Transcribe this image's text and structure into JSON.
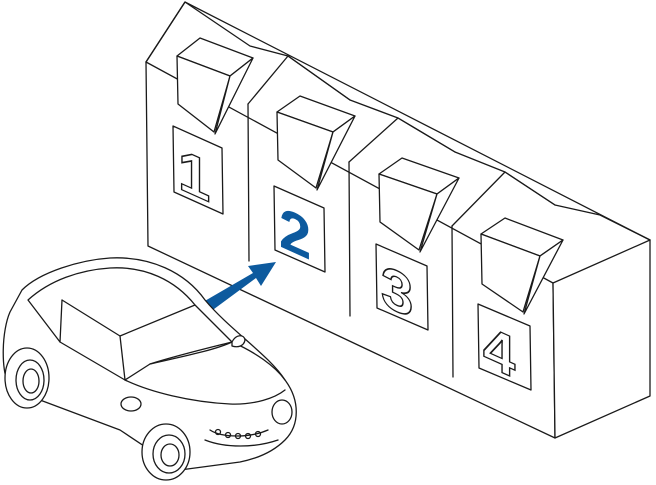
{
  "bays": [
    {
      "label": "1",
      "active": false
    },
    {
      "label": "2",
      "active": true
    },
    {
      "label": "3",
      "active": false
    },
    {
      "label": "4",
      "active": false
    }
  ],
  "colors": {
    "line": "#1a1a1a",
    "accent": "#0d5a9e",
    "background": "#ffffff"
  },
  "icons": {
    "arrow": "arrow-up-right-icon",
    "car": "car-icon",
    "garage": "garage-icon"
  }
}
